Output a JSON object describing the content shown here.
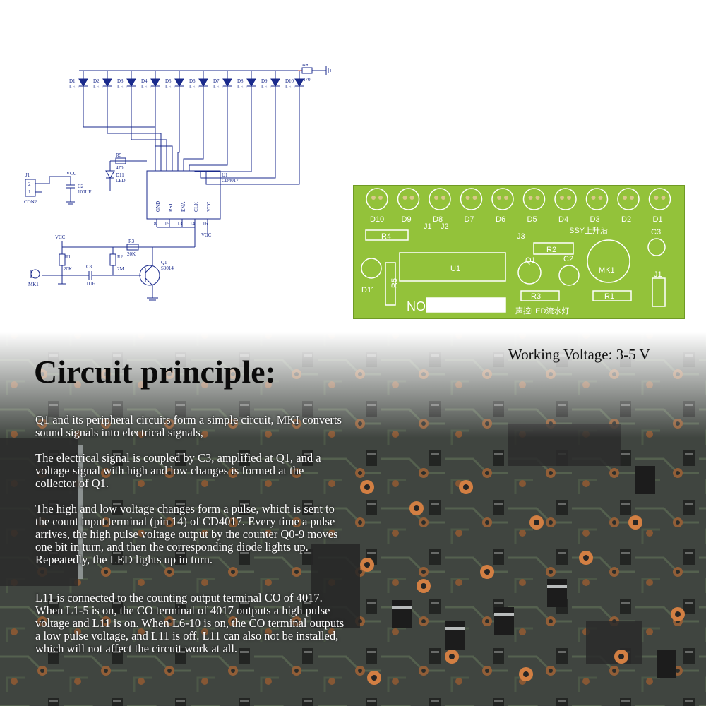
{
  "schematic": {
    "leds": [
      "D1",
      "D2",
      "D3",
      "D4",
      "D5",
      "D6",
      "D7",
      "D8",
      "D9",
      "D10"
    ],
    "led_label": "LED",
    "r4": {
      "name": "R4",
      "value": "470"
    },
    "r5": {
      "name": "R5",
      "value": "470"
    },
    "d11": "D11",
    "ic": {
      "name": "U1",
      "part": "CD4017",
      "pins": [
        "GND",
        "RST",
        "ENA",
        "CLK",
        "VCC"
      ],
      "pin_numbers": [
        "8",
        "15",
        "13",
        "14",
        "16"
      ]
    },
    "j1": {
      "name": "J1",
      "part": "CON2",
      "pins": [
        "2",
        "1"
      ]
    },
    "c2": {
      "name": "C2",
      "value": "100UF"
    },
    "vcc": "VCC",
    "r1": {
      "name": "R1",
      "value": "20K"
    },
    "r2": {
      "name": "R2",
      "value": "2M"
    },
    "r3": {
      "name": "R3",
      "value": "20K"
    },
    "c3": {
      "name": "C3",
      "value": "1UF"
    },
    "q1": {
      "name": "Q1",
      "part": "S9014"
    },
    "mk1": "MK1"
  },
  "pcb": {
    "leds": [
      "D10",
      "D9",
      "D8",
      "D7",
      "D6",
      "D5",
      "D4",
      "D3",
      "D2",
      "D1"
    ],
    "labels": {
      "j1_small": "J1",
      "j2": "J2",
      "j3": "J3",
      "r4": "R4",
      "r2": "R2",
      "r5": "R5",
      "u1": "U1",
      "q1": "Q1",
      "c2": "C2",
      "mk1": "MK1",
      "c3": "C3",
      "j1": "J1",
      "d11": "D11",
      "r3": "R3",
      "r1": "R1",
      "no": "NO",
      "brand": "SSY上升沿",
      "title": "声控LED流水灯"
    }
  },
  "working_voltage": "Working Voltage: 3-5 V",
  "heading": "Circuit principle:",
  "paragraphs": [
    "Q1 and its peripheral circuits form a simple circuit, MKI converts sound signals into electrical signals,",
    "The electrical signal is coupled by C3, amplified at Q1, and a voltage signal with high and low changes is formed at the collector of Q1.",
    "The high and low voltage changes form a pulse, which is sent to the count input terminal (pin 14) of CD4017. Every time a pulse arrives, the high pulse voltage output by the counter Q0-9 moves one bit in turn, and then the corresponding diode lights up. Repeatedly, the LED lights up in turn.",
    "L11 is connected to the counting output terminal CO of 4017. When L1-5 is on, the CO terminal of 4017 outputs a high pulse voltage and L11 is on. When L6-10 is on, the CO terminal outputs a low pulse voltage, and L11 is off. L11 can also not be installed, which will not affect the circuit work at all."
  ],
  "colors": {
    "pcb_green": "#93c23a",
    "schematic_blue": "#1a2a8c",
    "background_dark": "#3a3f3a",
    "pad_copper": "#c8763c"
  }
}
